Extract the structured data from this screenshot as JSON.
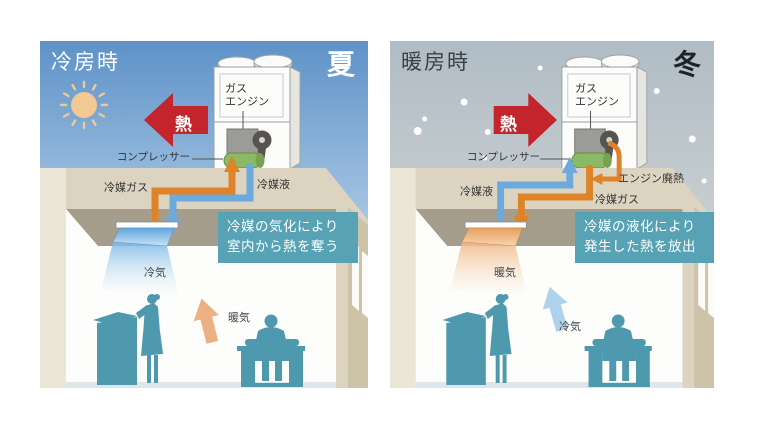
{
  "colors": {
    "heat_red": "#c4242c",
    "pipe_orange": "#df8329",
    "pipe_blue": "#6ca9dc",
    "caption_teal": "#57a3b5",
    "people_teal": "#4f99af",
    "compressor_green": "#8cb963",
    "warm_air_arrow": "#ecb084",
    "cool_air_arrow": "#aed2ec",
    "summer_sky_top": "#5e92c8",
    "winter_sky_top": "#b0bcc5",
    "wall_beige": "#dcd4c0"
  },
  "panels": [
    {
      "mode": "cooling",
      "title": "冷房時",
      "season": "夏",
      "heat_label": "熱",
      "outdoor_unit": {
        "engine_label_lines": [
          "ガス",
          "エンジン"
        ],
        "compressor_label": "コンプレッサー"
      },
      "pipe_labels": {
        "left": "冷媒ガス",
        "right": "冷媒液"
      },
      "indoor_air_label": "冷気",
      "room_air_label": "暖気",
      "caption_lines": [
        "冷媒の気化により",
        "室内から熱を奪う"
      ]
    },
    {
      "mode": "heating",
      "title": "暖房時",
      "season": "冬",
      "heat_label": "熱",
      "outdoor_unit": {
        "engine_label_lines": [
          "ガス",
          "エンジン"
        ],
        "compressor_label": "コンプレッサー"
      },
      "waste_heat_label": "エンジン廃熱",
      "pipe_labels": {
        "left": "冷媒液",
        "right": "冷媒ガス"
      },
      "indoor_air_label": "暖気",
      "room_air_label": "冷気",
      "caption_lines": [
        "冷媒の液化により",
        "発生した熱を放出"
      ]
    }
  ]
}
